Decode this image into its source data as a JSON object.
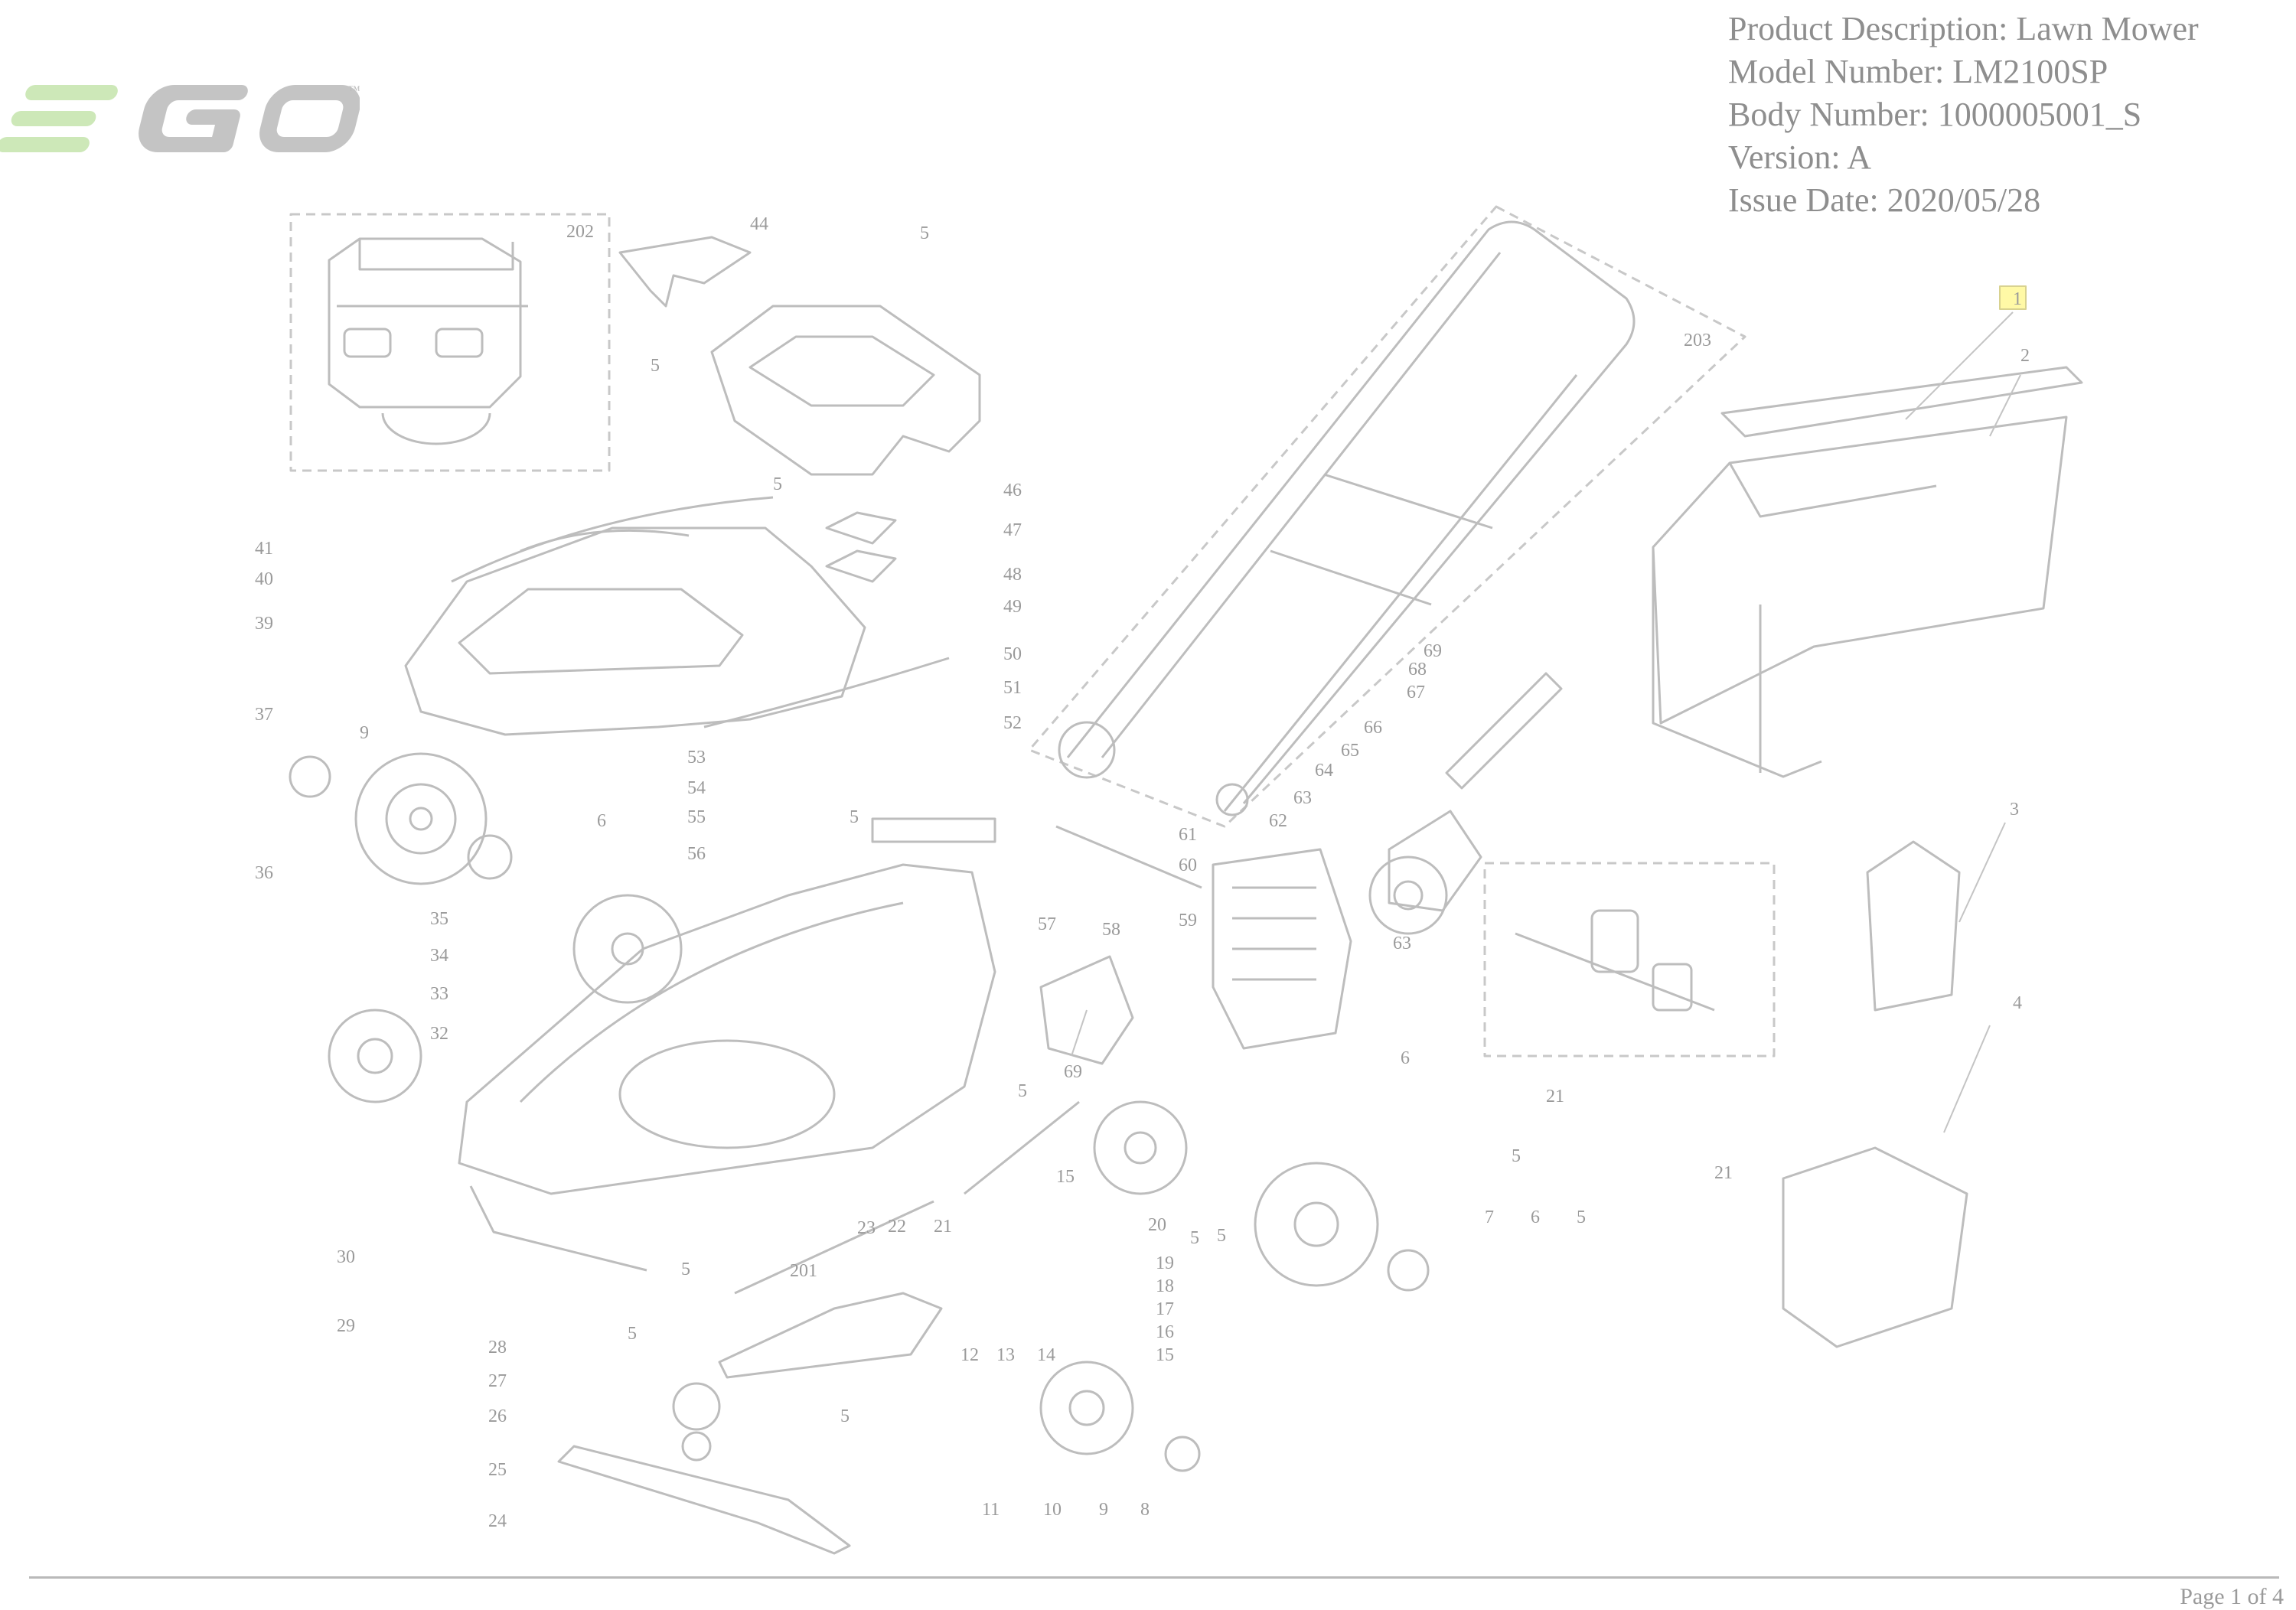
{
  "brand": {
    "logo_text": "EGO",
    "trademark": "™",
    "logo_color": "#cde8b8",
    "logo_color_grey": "#c4c4c4"
  },
  "header": {
    "product_description": "Product Description: Lawn Mower",
    "model_number": "Model Number: LM2100SP",
    "body_number": "Body Number: 1000005001_S",
    "version": "Version: A",
    "issue_date": "Issue Date: 2020/05/28"
  },
  "highlight_color": "#fff9a6",
  "footer": {
    "page_indicator": "Page 1 of 4"
  },
  "callouts": [
    "1",
    "2",
    "3",
    "4",
    "5",
    "5",
    "5",
    "5",
    "5",
    "5",
    "5",
    "5",
    "5",
    "5",
    "5",
    "5",
    "6",
    "6",
    "6",
    "7",
    "8",
    "9",
    "9",
    "10",
    "11",
    "12",
    "13",
    "14",
    "15",
    "15",
    "16",
    "17",
    "18",
    "19",
    "20",
    "21",
    "21",
    "21",
    "22",
    "23",
    "24",
    "25",
    "26",
    "27",
    "28",
    "29",
    "30",
    "32",
    "33",
    "34",
    "35",
    "36",
    "37",
    "39",
    "40",
    "41",
    "44",
    "46",
    "47",
    "48",
    "49",
    "50",
    "51",
    "52",
    "53",
    "54",
    "55",
    "56",
    "57",
    "58",
    "59",
    "60",
    "61",
    "62",
    "63",
    "63",
    "64",
    "65",
    "66",
    "67",
    "68",
    "69",
    "69",
    "201",
    "202",
    "203"
  ]
}
